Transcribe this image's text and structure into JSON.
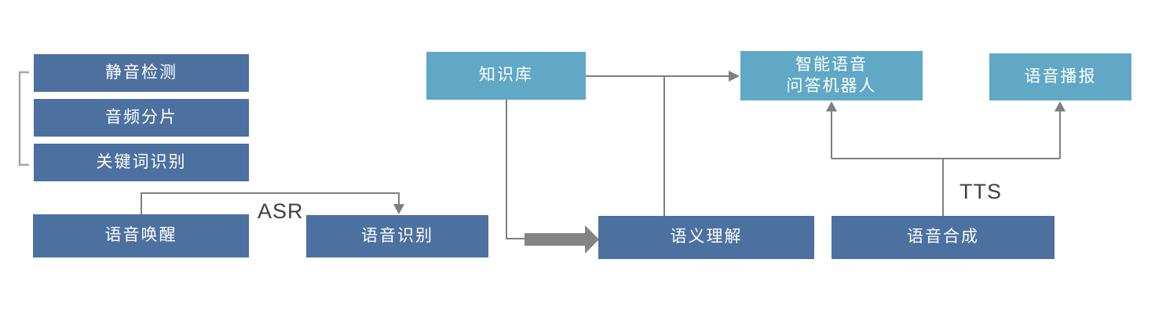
{
  "diagram": {
    "type": "flowchart",
    "nodes": {
      "silence_detection": {
        "label": "静音检测"
      },
      "audio_segmentation": {
        "label": "音频分片"
      },
      "keyword_recognition": {
        "label": "关键词识别"
      },
      "voice_wakeup": {
        "label": "语音唤醒"
      },
      "speech_recognition": {
        "label": "语音识别"
      },
      "knowledge_base": {
        "label": "知识库"
      },
      "semantic_understanding": {
        "label": "语义理解"
      },
      "qa_robot": {
        "label_line1": "智能语音",
        "label_line2": "问答机器人"
      },
      "voice_broadcast": {
        "label": "语音播报"
      },
      "speech_synthesis": {
        "label": "语音合成"
      }
    },
    "edge_labels": {
      "asr": "ASR",
      "tts": "TTS"
    },
    "colors": {
      "dark_box": "#4c71a0",
      "light_box": "#60a8c6",
      "connector": "#7f7f7f",
      "thick_arrow": "#848484",
      "bracket": "#a6a6a6",
      "box_text": "#ffffff",
      "edge_label_text": "#404040",
      "background": "#ffffff"
    }
  }
}
